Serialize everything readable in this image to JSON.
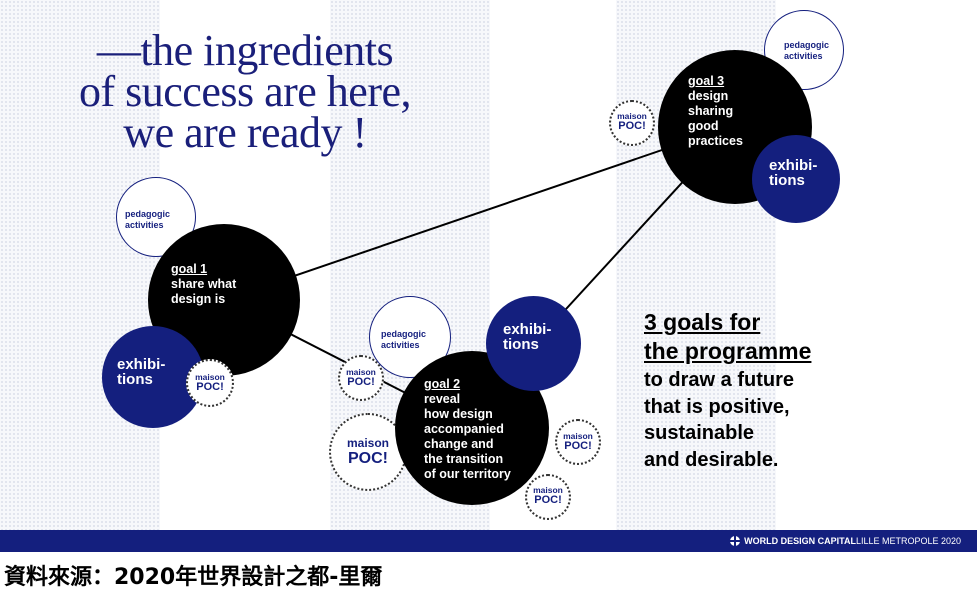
{
  "headline": {
    "line1": "—the ingredients",
    "line2": "of success are here,",
    "line3": "we are ready !"
  },
  "goal1": {
    "title": "goal 1",
    "lines": [
      "share what",
      "design is"
    ],
    "exhibitions": [
      "exhibi-",
      "tions"
    ],
    "pedagogic": [
      "pedagogic",
      "activities"
    ],
    "maison_poc": [
      "maison",
      "POC!"
    ]
  },
  "goal2": {
    "title": "goal 2",
    "lines": [
      "reveal",
      "how design",
      "accompanied",
      "change and",
      "the transition",
      "of our territory"
    ],
    "exhibitions": [
      "exhibi-",
      "tions"
    ],
    "pedagogic": [
      "pedagogic",
      "activities"
    ],
    "maison_poc_small": [
      "maison",
      "POC!"
    ],
    "maison_poc_large": [
      "maison",
      "POC!"
    ],
    "maison_poc_right": [
      "maison",
      "POC!"
    ],
    "maison_poc_bottom": [
      "maison",
      "POC!"
    ]
  },
  "goal3": {
    "title": "goal 3",
    "lines": [
      "design",
      "sharing",
      "good",
      "practices"
    ],
    "exhibitions": [
      "exhibi-",
      "tions"
    ],
    "pedagogic": [
      "pedagogic",
      "activities"
    ],
    "maison_poc": [
      "maison",
      "POC!"
    ]
  },
  "summary": {
    "heading_line1": "3 goals for",
    "heading_line2": "the programme",
    "body": [
      "to draw a future",
      "that is positive,",
      "sustainable",
      "and desirable."
    ]
  },
  "footer": {
    "brand_bold": "WORLD DESIGN CAPITAL",
    "brand_light": " LILLE METROPOLE 2020"
  },
  "source_caption": "資料來源：2020年世界設計之都-里爾",
  "colors": {
    "navy": "#141f7e",
    "black": "#000000",
    "headline": "#1a1f7a"
  }
}
